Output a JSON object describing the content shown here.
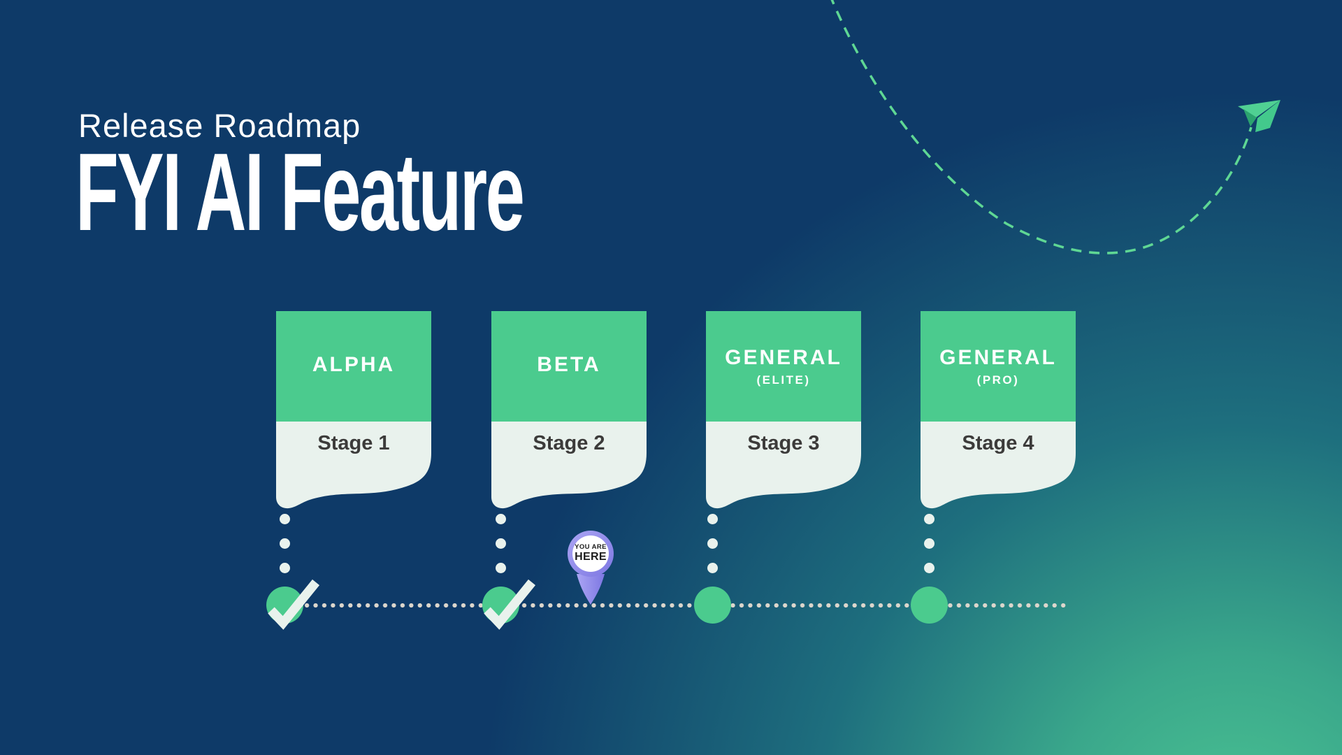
{
  "header": {
    "kicker": "Release Roadmap",
    "title": "FYI AI Feature"
  },
  "stages": [
    {
      "name": "ALPHA",
      "subtitle": "",
      "stage_label": "Stage 1",
      "status": "complete"
    },
    {
      "name": "BETA",
      "subtitle": "",
      "stage_label": "Stage 2",
      "status": "current"
    },
    {
      "name": "GENERAL",
      "subtitle": "(ELITE)",
      "stage_label": "Stage 3",
      "status": "upcoming"
    },
    {
      "name": "GENERAL",
      "subtitle": "(PRO)",
      "stage_label": "Stage 4",
      "status": "upcoming"
    }
  ],
  "marker": {
    "line1": "YOU ARE",
    "line2": "HERE"
  },
  "icons": {
    "complete": "check-icon",
    "path": "dashed-flight-path",
    "plane": "paper-plane-icon"
  },
  "colors": {
    "background_navy": "#0E3A68",
    "background_green": "#4CC593",
    "card_green": "#4BCB8E",
    "card_light": "#E9F2ED",
    "timeline_dot": "#DCD6CC",
    "stage_text": "#3C3B3A",
    "pin_purple": "#8F8BEA",
    "accent_green": "#5FD794"
  }
}
